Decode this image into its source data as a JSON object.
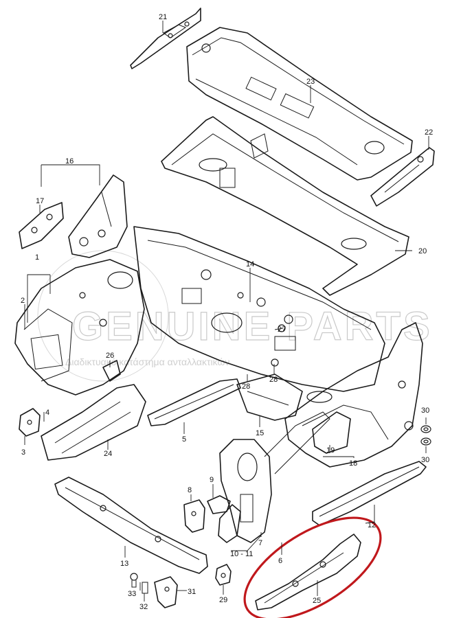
{
  "watermark": {
    "text": "GENUINE PARTS",
    "subtext": "Διαδικτυακό κατάστημα ανταλλακτικών"
  },
  "colors": {
    "line": "#1a1a1a",
    "highlight": "#c0181c",
    "watermark": "#c9c9c9"
  },
  "callouts": [
    {
      "id": "c21",
      "label": "21"
    },
    {
      "id": "c23",
      "label": "23"
    },
    {
      "id": "c22",
      "label": "22"
    },
    {
      "id": "c16",
      "label": "16"
    },
    {
      "id": "c17",
      "label": "17"
    },
    {
      "id": "c20",
      "label": "20"
    },
    {
      "id": "c1",
      "label": "1"
    },
    {
      "id": "c2",
      "label": "2"
    },
    {
      "id": "c14",
      "label": "14"
    },
    {
      "id": "c27",
      "label": "27"
    },
    {
      "id": "c26",
      "label": "26"
    },
    {
      "id": "c4",
      "label": "4"
    },
    {
      "id": "c28a",
      "label": "28"
    },
    {
      "id": "c28b",
      "label": "28"
    },
    {
      "id": "c3",
      "label": "3"
    },
    {
      "id": "c24",
      "label": "24"
    },
    {
      "id": "c5",
      "label": "5"
    },
    {
      "id": "c15",
      "label": "15"
    },
    {
      "id": "c30a",
      "label": "30"
    },
    {
      "id": "c30b",
      "label": "30"
    },
    {
      "id": "c19",
      "label": "19"
    },
    {
      "id": "c18",
      "label": "18"
    },
    {
      "id": "c9",
      "label": "9"
    },
    {
      "id": "c8",
      "label": "8"
    },
    {
      "id": "c12",
      "label": "12"
    },
    {
      "id": "c7",
      "label": "7"
    },
    {
      "id": "c1011",
      "label": "10 - 11"
    },
    {
      "id": "c6",
      "label": "6"
    },
    {
      "id": "c13",
      "label": "13"
    },
    {
      "id": "c33",
      "label": "33"
    },
    {
      "id": "c32",
      "label": "32"
    },
    {
      "id": "c31",
      "label": "31"
    },
    {
      "id": "c29",
      "label": "29"
    },
    {
      "id": "c25",
      "label": "25"
    }
  ],
  "highlighted_part": "25"
}
